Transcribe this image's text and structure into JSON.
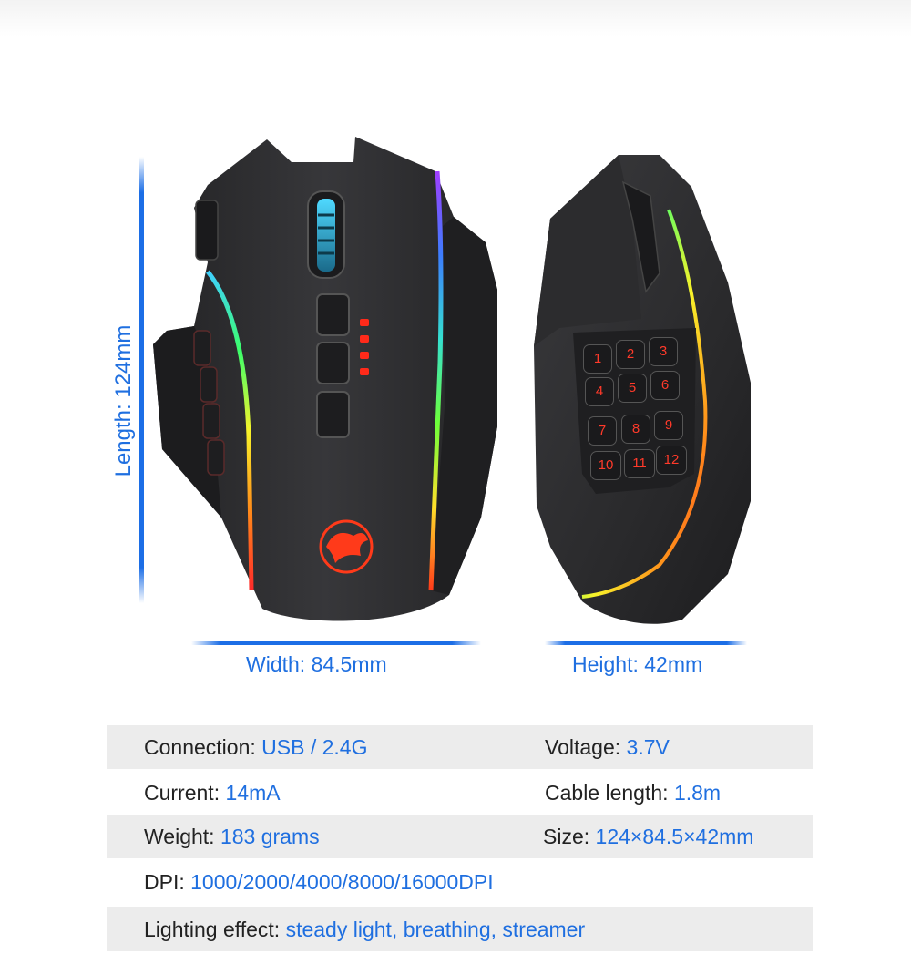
{
  "dimensions": {
    "length_label": "Length: 124mm",
    "width_label": "Width: 84.5mm",
    "height_label": "Height: 42mm"
  },
  "side_buttons": [
    "1",
    "2",
    "3",
    "4",
    "5",
    "6",
    "7",
    "8",
    "9",
    "10",
    "11",
    "12"
  ],
  "specs": [
    {
      "key": "Connection:",
      "value": "USB / 2.4G",
      "key2": "Voltage:",
      "value2": "3.7V"
    },
    {
      "key": "Current:",
      "value": "14mA",
      "key2": "Cable length:",
      "value2": "1.8m"
    },
    {
      "key": "Weight:",
      "value": "183 grams",
      "key2": "Size:",
      "value2": "124×84.5×42mm"
    },
    {
      "key": "DPI:",
      "value": "1000/2000/4000/8000/16000DPI"
    },
    {
      "key": "Lighting effect:",
      "value": "steady light, breathing, streamer"
    }
  ],
  "colors": {
    "accent": "#1f6fe0",
    "row_shade": "#ececec",
    "mouse_body": "#2b2b2d"
  }
}
